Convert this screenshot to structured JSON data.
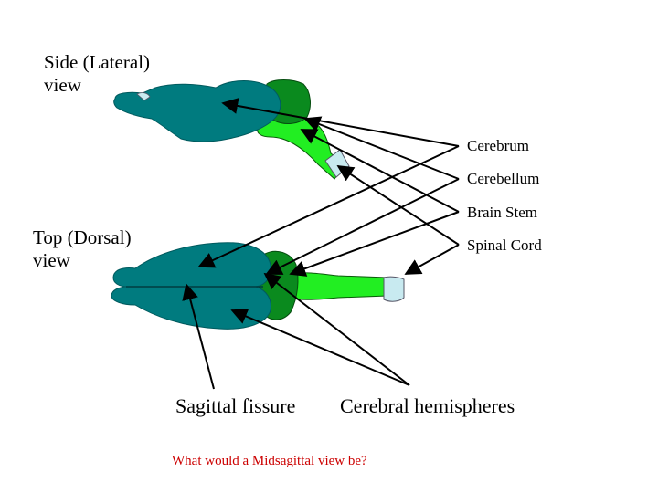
{
  "views": {
    "lateral_line1": "Side (Lateral)",
    "lateral_line2": "view",
    "dorsal_line1": "Top (Dorsal)",
    "dorsal_line2": "view"
  },
  "parts": {
    "cerebrum": "Cerebrum",
    "cerebellum": "Cerebellum",
    "brain_stem": "Brain Stem",
    "spinal_cord": "Spinal Cord"
  },
  "features": {
    "sagittal_fissure": "Sagittal fissure",
    "cerebral_hemispheres": "Cerebral hemispheres"
  },
  "question": "What would a Midsagittal view be?",
  "colors": {
    "cerebrum": "#007b7f",
    "cerebellum": "#0a8a1e",
    "brain_stem": "#22ee22",
    "spinal_cord_cut": "#c8eaf0",
    "question_text": "#cc0000"
  }
}
